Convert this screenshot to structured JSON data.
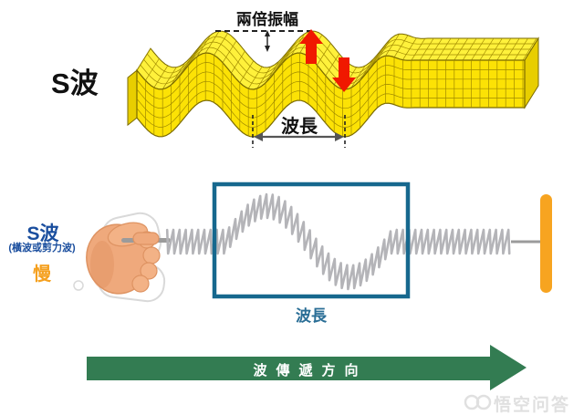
{
  "top_diagram": {
    "title": "S波",
    "amplitude_label": "兩倍振幅",
    "wavelength_label": "波長"
  },
  "spring_diagram": {
    "wave_name": "S波",
    "wave_subtitle": "(橫波或剪力波)",
    "speed_label": "慢",
    "wavelength_label": "波長"
  },
  "direction_arrow": {
    "label": "波傳遞方向"
  },
  "watermark": {
    "text": "悟空问答"
  },
  "colors": {
    "block_front": "#FCE205",
    "block_top": "#FFF13B",
    "block_side": "#E8CE00",
    "block_grid": "#A08A00",
    "block_edge": "#7A6A00",
    "red_arrow": "#F01800",
    "measure_dark": "#222222",
    "measure_gray": "#555555",
    "label_blue": "#1A4E9E",
    "label_orange": "#F5A01E",
    "box_blue": "#16688E",
    "wavelength_teal": "#2A6E96",
    "spring_gray": "#B4B4B8",
    "rod_gray": "#9B9B9B",
    "bar_orange": "#F7A420",
    "green": "#337C52",
    "watermark_gray": "#E0E0E0",
    "skin": "#EFA97C",
    "skin_hi": "#F3B286",
    "skin_dark": "#E0905F",
    "skin_line": "#DE9362",
    "ghost": "#D9D9D9"
  }
}
